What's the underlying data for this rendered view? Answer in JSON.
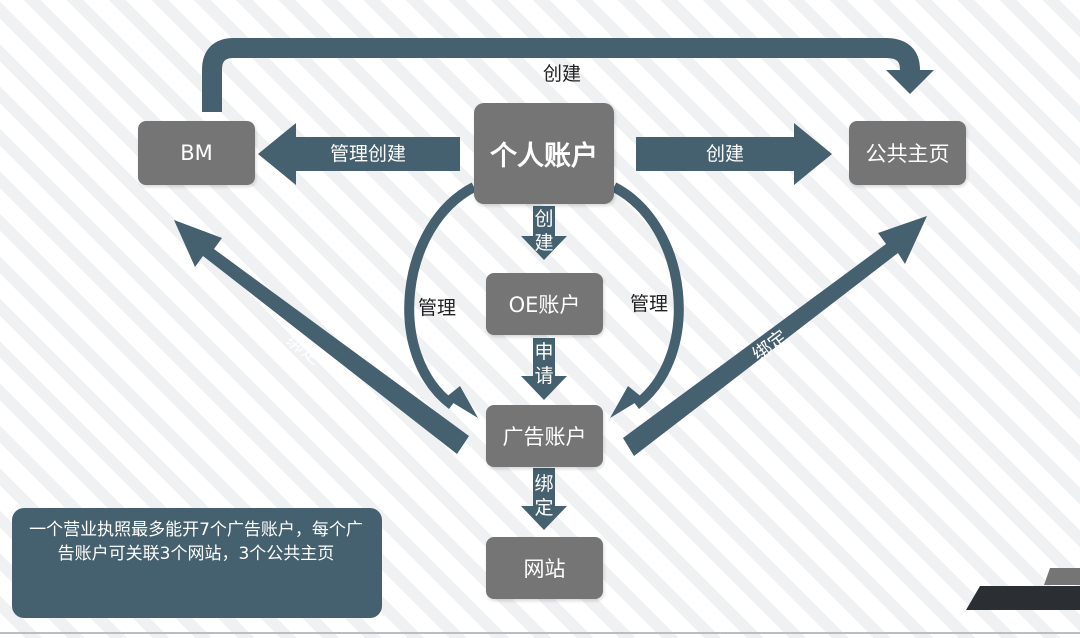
{
  "nodes": {
    "personal": "个人账户",
    "bm": "BM",
    "page": "公共主页",
    "oe": "OE账户",
    "ad": "广告账户",
    "site": "网站"
  },
  "labels": {
    "top_create": "创建",
    "bm_manage_create": "管理创建",
    "page_create": "创建",
    "oe_create": "创建",
    "manage_left": "管理",
    "manage_right": "管理",
    "oe_apply": "申请",
    "bind_left": "绑定",
    "bind_right": "绑定",
    "site_bind": "绑定"
  },
  "note": "一个营业执照最多能开7个广告账户，每个广告账户可关联3个网站，3个公共主页",
  "colors": {
    "arrow": "#45606e",
    "node": "#757575",
    "note": "#45606e"
  }
}
